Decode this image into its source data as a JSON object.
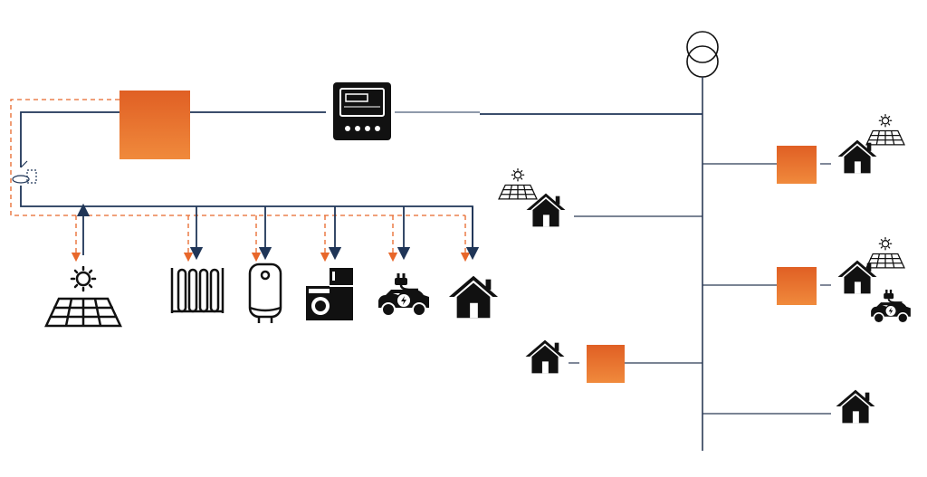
{
  "colors": {
    "wire": "#1f3557",
    "grid_line": "#2b3a55",
    "signal": "#e8672a",
    "controller_top": "#e05f24",
    "controller_bottom": "#f08a3c",
    "icon": "#111111"
  },
  "diagram": {
    "main_controller": {
      "icon": "controller-box"
    },
    "meter": {
      "icon": "electricity-meter-icon"
    },
    "breaker": {
      "icon": "breaker-switch-icon"
    },
    "transformer": {
      "icon": "transformer-icon"
    },
    "local_devices": [
      {
        "id": "solar",
        "icon": "solar-panel-icon",
        "flow": "export"
      },
      {
        "id": "heater",
        "icon": "radiator-icon",
        "flow": "import"
      },
      {
        "id": "boiler",
        "icon": "water-heater-icon",
        "flow": "import"
      },
      {
        "id": "appliances",
        "icon": "washer-fridge-icon",
        "flow": "import"
      },
      {
        "id": "ev",
        "icon": "electric-car-icon",
        "flow": "import"
      },
      {
        "id": "home",
        "icon": "house-icon",
        "flow": "import"
      }
    ],
    "feeder_branches": [
      {
        "id": "branch-1",
        "side": "right",
        "controller": true,
        "items": [
          "house-icon",
          "solar-panel-icon"
        ]
      },
      {
        "id": "branch-2",
        "side": "left",
        "controller": false,
        "items": [
          "house-icon",
          "solar-panel-icon"
        ]
      },
      {
        "id": "branch-3",
        "side": "right",
        "controller": true,
        "items": [
          "house-icon",
          "solar-panel-icon",
          "electric-car-icon"
        ]
      },
      {
        "id": "branch-4",
        "side": "left",
        "controller": true,
        "items": [
          "house-icon"
        ]
      },
      {
        "id": "branch-5",
        "side": "right",
        "controller": false,
        "items": [
          "house-icon"
        ]
      }
    ]
  }
}
